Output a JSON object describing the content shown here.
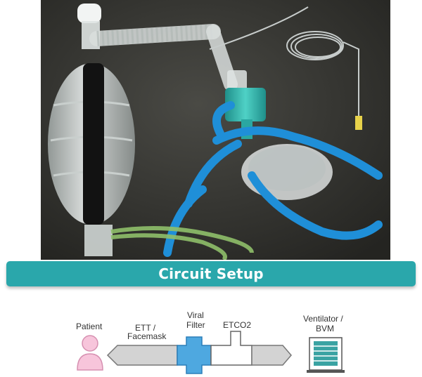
{
  "banner": {
    "title": "Circuit Setup"
  },
  "diagram": {
    "labels": {
      "patient": "Patient",
      "ett_line1": "ETT /",
      "ett_line2": "Facemask",
      "filter_line1": "Viral",
      "filter_line2": "Filter",
      "etco2": "ETCO2",
      "vent_line1": "Ventilator /",
      "vent_line2": "BVM"
    }
  },
  "colors": {
    "banner": "#2aa7ab",
    "patient": "#f7c5db",
    "patient_stroke": "#d690b1",
    "tube": "#d3d3d3",
    "tube_stroke": "#777777",
    "filter": "#4ea8e0",
    "filter_stroke": "#2b7fb9",
    "ventilator": "#3aa3a3",
    "ventilator_frame": "#555555"
  }
}
